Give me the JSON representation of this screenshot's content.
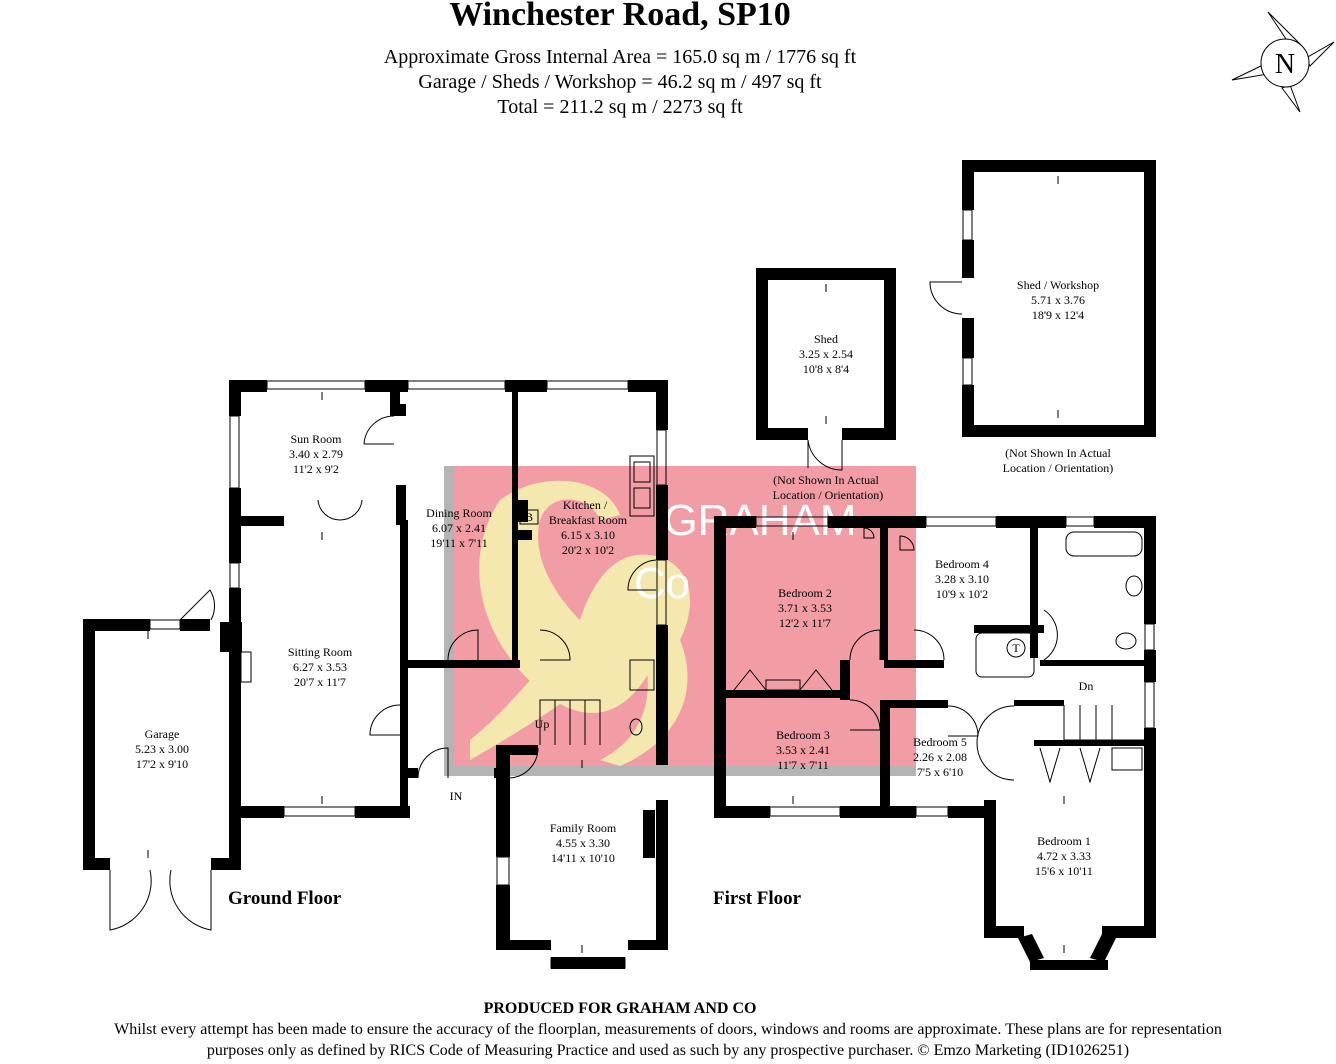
{
  "title": "Winchester Road, SP10",
  "area_lines": [
    "Approximate Gross Internal Area = 165.0 sq m / 1776 sq ft",
    "Garage / Sheds / Workshop = 46.2 sq m / 497 sq ft",
    "Total = 211.2 sq m / 2273 sq ft"
  ],
  "compass": {
    "label": "N"
  },
  "floors": {
    "ground": "Ground Floor",
    "first": "First Floor"
  },
  "entrance": "IN",
  "stairs": {
    "up": "Up",
    "down": "Dn"
  },
  "markers": {
    "boiler": "B",
    "tank": "T"
  },
  "rooms": {
    "sun_room": {
      "name": "Sun Room",
      "m": "3.40 x 2.79",
      "ft": "11'2 x 9'2"
    },
    "dining_room": {
      "name": "Dining Room",
      "m": "6.07 x 2.41",
      "ft": "19'11 x 7'11"
    },
    "kitchen": {
      "name1": "Kitchen /",
      "name2": "Breakfast Room",
      "m": "6.15 x 3.10",
      "ft": "20'2 x 10'2"
    },
    "sitting_room": {
      "name": "Sitting Room",
      "m": "6.27 x 3.53",
      "ft": "20'7 x 11'7"
    },
    "garage": {
      "name": "Garage",
      "m": "5.23 x 3.00",
      "ft": "17'2 x 9'10"
    },
    "family_room": {
      "name": "Family Room",
      "m": "4.55 x 3.30",
      "ft": "14'11 x 10'10"
    },
    "shed": {
      "name": "Shed",
      "m": "3.25 x 2.54",
      "ft": "10'8 x 8'4"
    },
    "workshop": {
      "name": "Shed / Workshop",
      "m": "5.71 x 3.76",
      "ft": "18'9 x 12'4"
    },
    "bedroom2": {
      "name": "Bedroom 2",
      "m": "3.71 x 3.53",
      "ft": "12'2 x 11'7"
    },
    "bedroom4": {
      "name": "Bedroom 4",
      "m": "3.28 x 3.10",
      "ft": "10'9 x 10'2"
    },
    "bedroom3": {
      "name": "Bedroom 3",
      "m": "3.53 x 2.41",
      "ft": "11'7 x 7'11"
    },
    "bedroom5": {
      "name": "Bedroom 5",
      "m": "2.26 x 2.08",
      "ft": "7'5 x 6'10"
    },
    "bedroom1": {
      "name": "Bedroom 1",
      "m": "4.72 x 3.33",
      "ft": "15'6 x 10'11"
    }
  },
  "notes": {
    "shed_note": [
      "(Not Shown In Actual",
      "Location / Orientation)"
    ],
    "workshop_note": [
      "(Not Shown In Actual",
      "Location / Orientation)"
    ]
  },
  "watermark": {
    "line1": "GRAHAM",
    "line2": "Co"
  },
  "footer": {
    "heading": "PRODUCED FOR GRAHAM AND CO",
    "line1": "Whilst every attempt has been made to ensure the accuracy of the floorplan, measurements of doors, windows and rooms are approximate. These plans are for representation",
    "line2": "purposes only as defined by RICS Code of Measuring Practice and used as such by any prospective purchaser. © Emzo Marketing (ID1026251)"
  },
  "colors": {
    "wall": "#000000",
    "watermark_pink": "#f08c96",
    "watermark_yellow": "#f4f1b0",
    "watermark_grey": "#b4b4b4"
  }
}
